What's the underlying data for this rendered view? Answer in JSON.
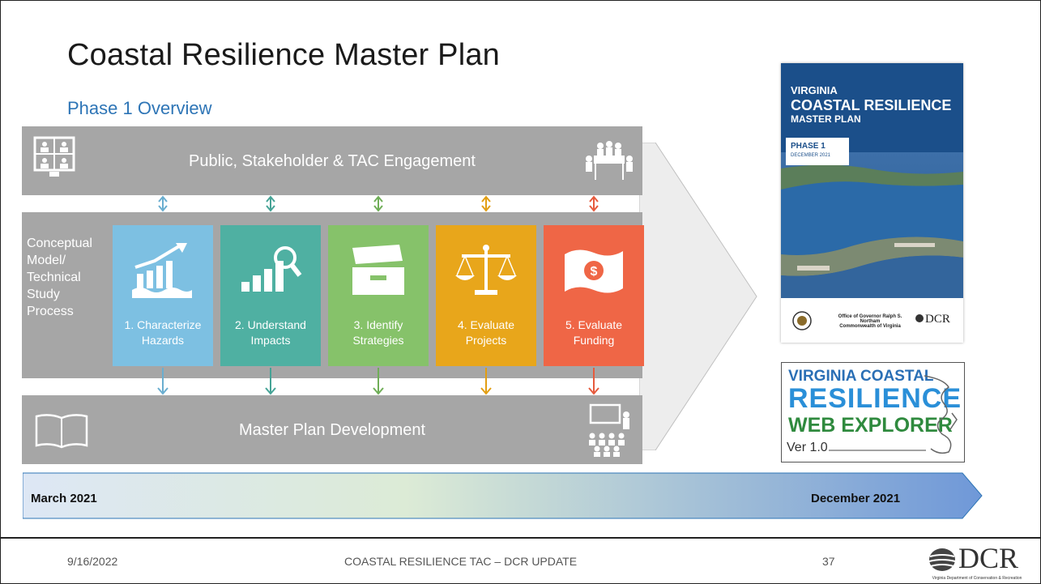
{
  "slide": {
    "title": "Coastal Resilience Master Plan",
    "subtitle": "Phase 1 Overview"
  },
  "diagram": {
    "top_band": "Public, Stakeholder & TAC Engagement",
    "bottom_band": "Master Plan Development",
    "process_label_lines": [
      "Conceptual",
      "Model/",
      "Technical",
      "Study",
      "Process"
    ],
    "steps": [
      {
        "line1": "1. Characterize",
        "line2": "Hazards",
        "color": "#7dc0e2",
        "arrow": "#6aaed0",
        "icon": "rising-chart-water-icon"
      },
      {
        "line1": "2. Understand",
        "line2": "Impacts",
        "color": "#4fb0a2",
        "arrow": "#45a396",
        "icon": "bar-chart-magnifier-icon"
      },
      {
        "line1": "3. Identify",
        "line2": "Strategies",
        "color": "#86c26a",
        "arrow": "#6fae57",
        "icon": "toolbox-icon"
      },
      {
        "line1": "4. Evaluate",
        "line2": "Projects",
        "color": "#e8a61b",
        "arrow": "#e29e12",
        "icon": "scales-icon"
      },
      {
        "line1": "5. Evaluate",
        "line2": "Funding",
        "color": "#ef6646",
        "arrow": "#e65a3d",
        "icon": "money-icon"
      }
    ]
  },
  "cover": {
    "line1": "VIRGINIA",
    "line2": "COASTAL RESILIENCE",
    "line3": "MASTER PLAN",
    "phase": "PHASE 1",
    "date": "DECEMBER 2021",
    "office_line1": "Office of Governor Ralph S. Northam",
    "office_line2": "Commonwealth of Virginia",
    "logo": "DCR"
  },
  "explorer": {
    "line1": "VIRGINIA COASTAL",
    "line2": "RESILIENCE",
    "line3": "WEB EXPLORER",
    "version": "Ver 1.0"
  },
  "timeline": {
    "start": "March 2021",
    "end": "December 2021"
  },
  "footer": {
    "date": "9/16/2022",
    "center": "COASTAL RESILIENCE TAC – DCR UPDATE",
    "page": "37",
    "logo_text": "DCR",
    "logo_sub": "Virginia Department of Conservation & Recreation"
  },
  "colors": {
    "band": "#a6a6a6",
    "subtitle": "#2e75b6",
    "cover_blue": "#1b4f8a",
    "explorer_blue": "#2a6fb5",
    "explorer_green": "#2f8a3e"
  }
}
